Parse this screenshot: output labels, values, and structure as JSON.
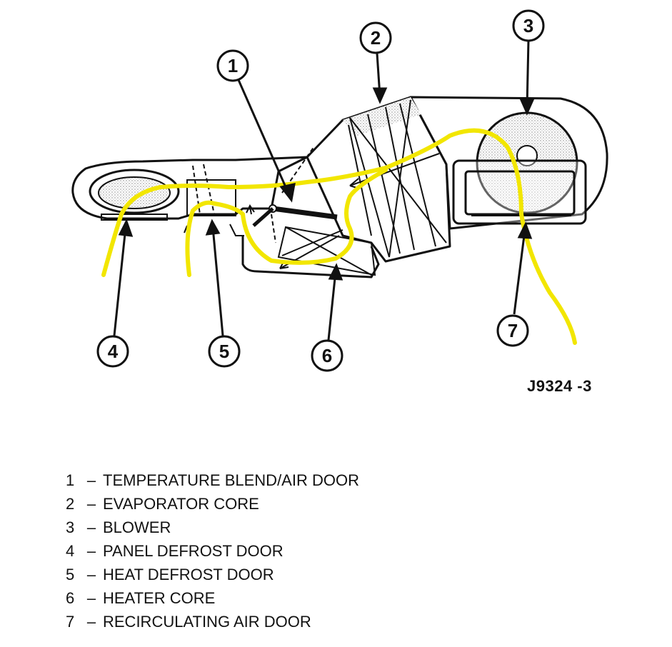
{
  "figure_code": "J9324 -3",
  "callouts": [
    {
      "id": "1",
      "name": "temperature-blend-air-door"
    },
    {
      "id": "2",
      "name": "evaporator-core"
    },
    {
      "id": "3",
      "name": "blower"
    },
    {
      "id": "4",
      "name": "panel-defrost-door"
    },
    {
      "id": "5",
      "name": "heat-defrost-door"
    },
    {
      "id": "6",
      "name": "heater-core"
    },
    {
      "id": "7",
      "name": "recirculating-air-door"
    }
  ],
  "legend": [
    {
      "num": "1",
      "sep": "–",
      "label": "TEMPERATURE BLEND/AIR DOOR"
    },
    {
      "num": "2",
      "sep": "–",
      "label": "EVAPORATOR CORE"
    },
    {
      "num": "3",
      "sep": "–",
      "label": "BLOWER"
    },
    {
      "num": "4",
      "sep": "–",
      "label": "PANEL DEFROST DOOR"
    },
    {
      "num": "5",
      "sep": "–",
      "label": "HEAT DEFROST DOOR"
    },
    {
      "num": "6",
      "sep": "–",
      "label": "HEATER CORE"
    },
    {
      "num": "7",
      "sep": "–",
      "label": "RECIRCULATING AIR DOOR"
    }
  ],
  "colors": {
    "highlight": "#f2e600",
    "line": "#111111"
  }
}
